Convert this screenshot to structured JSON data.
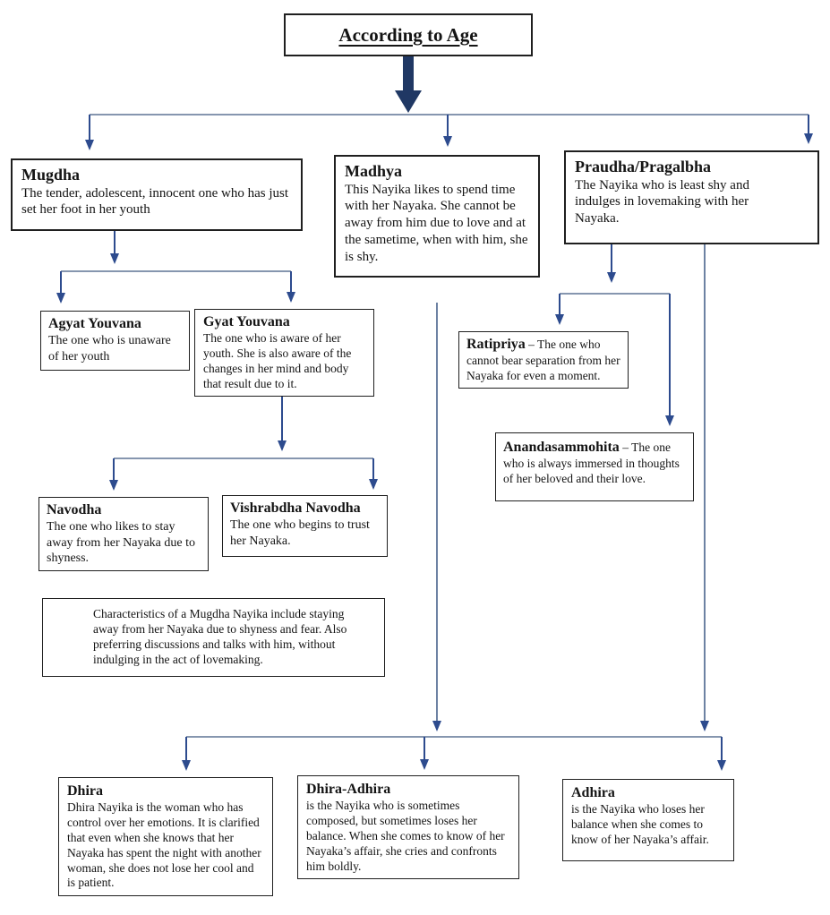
{
  "title": "According to Age",
  "colors": {
    "connector_line": "#8696af",
    "connector_arrow": "#2d4b8e",
    "block_arrow": "#203864",
    "box_border": "#1f1f1f",
    "text": "#141414",
    "background": "#ffffff"
  },
  "nodes": {
    "mugdha": {
      "title": "Mugdha",
      "body": "The tender, adolescent, innocent one who has just set her foot in her youth"
    },
    "madhya": {
      "title": "Madhya",
      "body": "This Nayika likes to spend time with her Nayaka. She cannot be away from him due to love and at the sametime, when with him, she is shy."
    },
    "praudha": {
      "title": "Praudha/Pragalbha",
      "body": "The Nayika who is least shy and indulges in lovemaking with her Nayaka."
    },
    "agyat_youvana": {
      "title": "Agyat Youvana",
      "body": "The one who is unaware of her youth"
    },
    "gyat_youvana": {
      "title": "Gyat Youvana",
      "body": "The one who is aware of her youth. She is also aware of the changes in her mind and body that result due to it."
    },
    "navodha": {
      "title": "Navodha",
      "body": "The one who likes to stay away from her Nayaka due to shyness."
    },
    "vishrabdha_navodha": {
      "title": "Vishrabdha Navodha",
      "body": "The one who begins to trust her Nayaka."
    },
    "ratipriya": {
      "title": "Ratipriya",
      "separator": " – ",
      "body": "The one who cannot bear separation from her Nayaka for even a moment."
    },
    "anandasammohita": {
      "title": "Anandasammohita",
      "separator": " – ",
      "body": "The one who is always immersed in thoughts of her beloved and their love."
    },
    "mugdha_characteristics": {
      "body": "Characteristics of a Mugdha Nayika include staying away from her Nayaka due to shyness and fear. Also preferring discussions and talks with him, without indulging in the act of lovemaking."
    },
    "dhira": {
      "title": "Dhira",
      "body": "Dhira Nayika is the woman who has control over her emotions. It is clarified that even when she knows that her Nayaka has spent the night with another woman, she does not lose her cool and is patient."
    },
    "dhira_adhira": {
      "title": "Dhira-Adhira",
      "body": "is the Nayika who is sometimes composed, but sometimes loses her balance. When she comes to know of her Nayaka’s affair, she cries and confronts him boldly."
    },
    "adhira": {
      "title": "Adhira",
      "body": "is the Nayika who loses her balance when she comes to know of her Nayaka’s affair."
    }
  }
}
